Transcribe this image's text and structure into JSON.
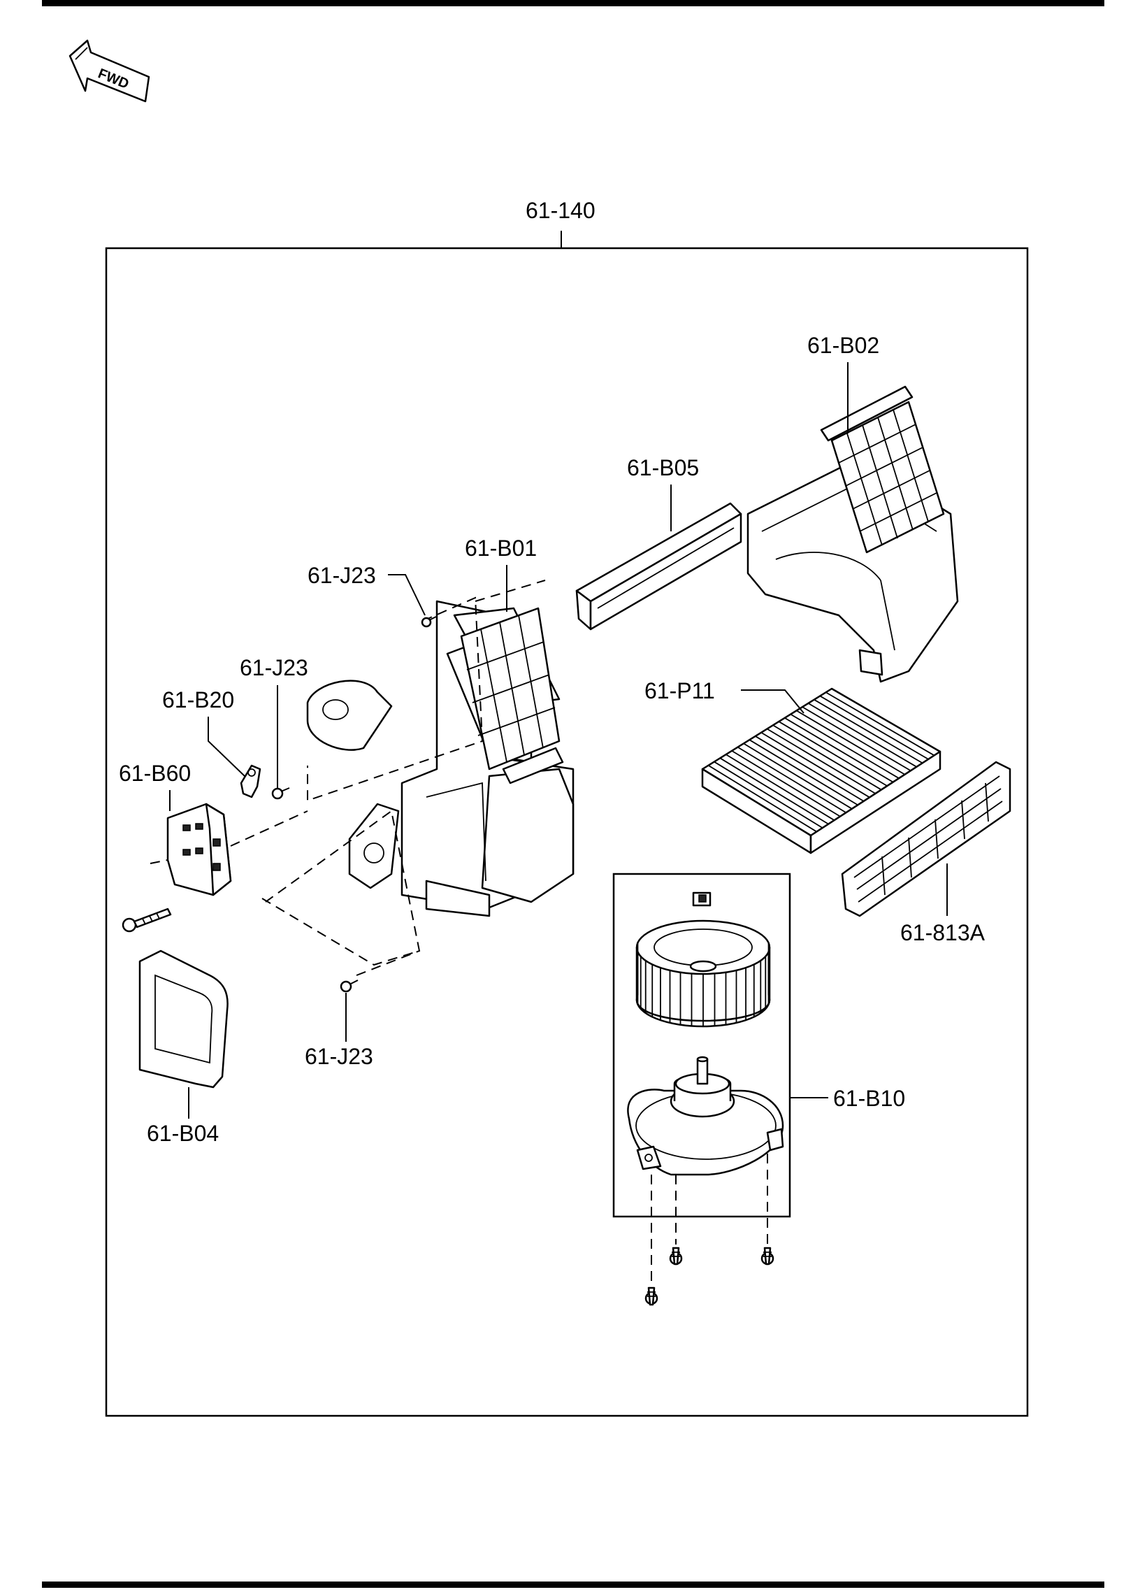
{
  "orientation": {
    "arrow_text": "FWD"
  },
  "assembly": {
    "label": "61-140"
  },
  "parts": {
    "b02": "61-B02",
    "b05": "61-B05",
    "b01": "61-B01",
    "j23_top": "61-J23",
    "j23_mid": "61-J23",
    "b20": "61-B20",
    "b60": "61-B60",
    "p11": "61-P11",
    "r813a": "61-813A",
    "b10": "61-B10",
    "j23_bottom": "61-J23",
    "b04": "61-B04"
  },
  "colors": {
    "ink": "#000000",
    "paper": "#ffffff"
  }
}
